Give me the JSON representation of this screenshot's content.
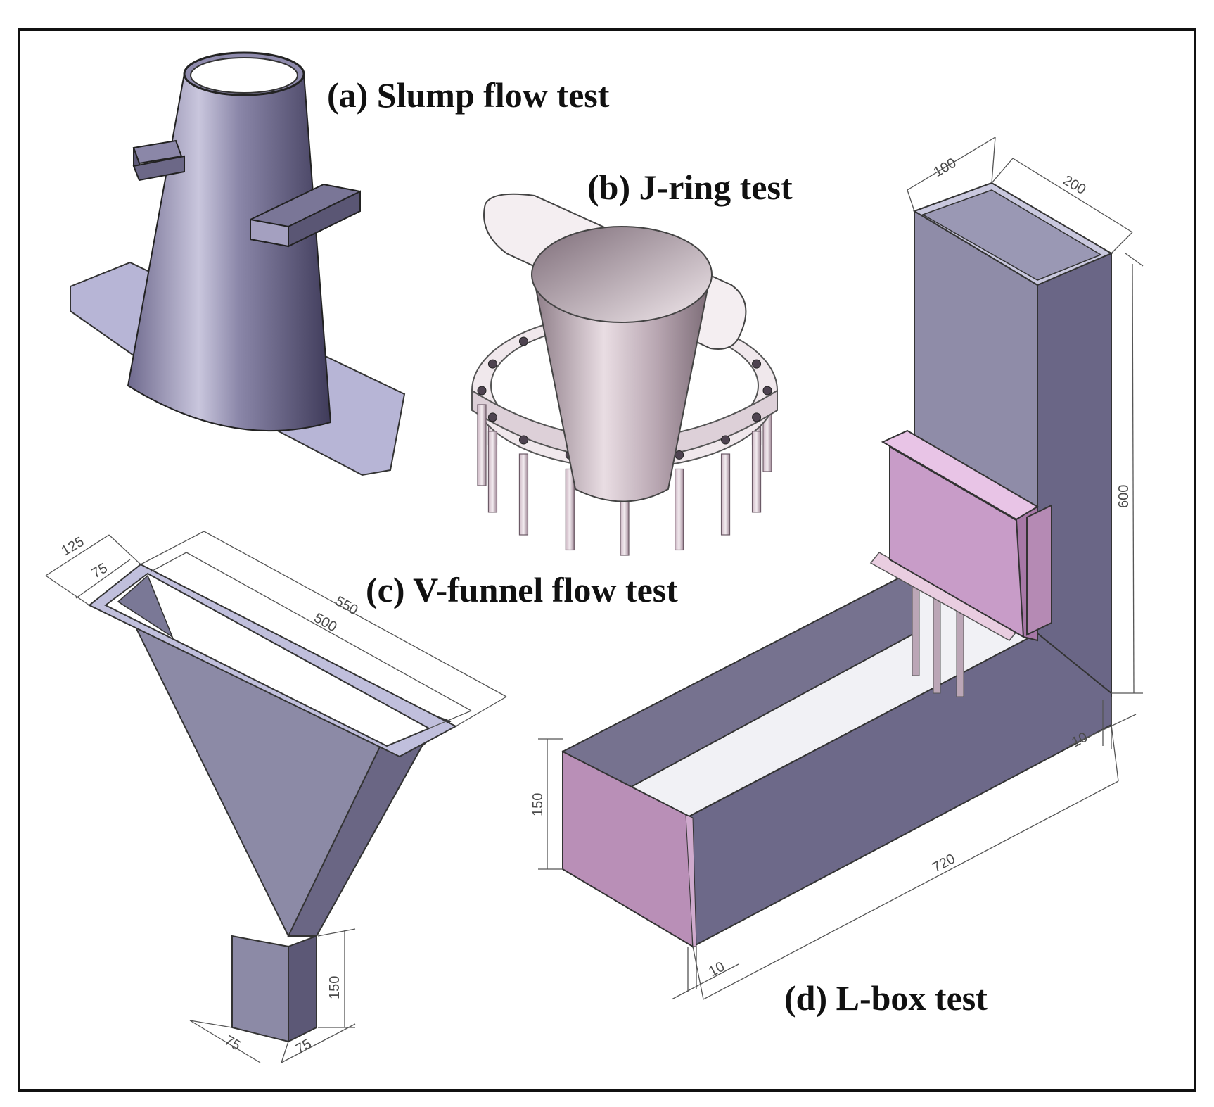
{
  "captions": {
    "slump": "(a) Slump flow test",
    "jring": "(b) J-ring test",
    "vfunnel": "(c) V-funnel flow test",
    "lbox": "(d) L-box test"
  },
  "dimensions": {
    "vfunnel": {
      "top_outer_width": "125",
      "top_inner_width": "75",
      "top_outer_length": "550",
      "top_inner_length": "500",
      "outlet_height": "150",
      "outlet_width_a": "75",
      "outlet_width_b": "75"
    },
    "lbox": {
      "column_depth": "100",
      "column_width": "200",
      "total_height": "600",
      "wall_thickness_right": "10",
      "trough_height": "150",
      "trough_length": "720",
      "wall_thickness_front": "10"
    }
  },
  "colors": {
    "frame": "#111111",
    "steel_dark": "#5e5a78",
    "steel_light": "#b9b7cf",
    "pink_panel": "#c79ac6",
    "ring_light": "#e6dadf"
  }
}
